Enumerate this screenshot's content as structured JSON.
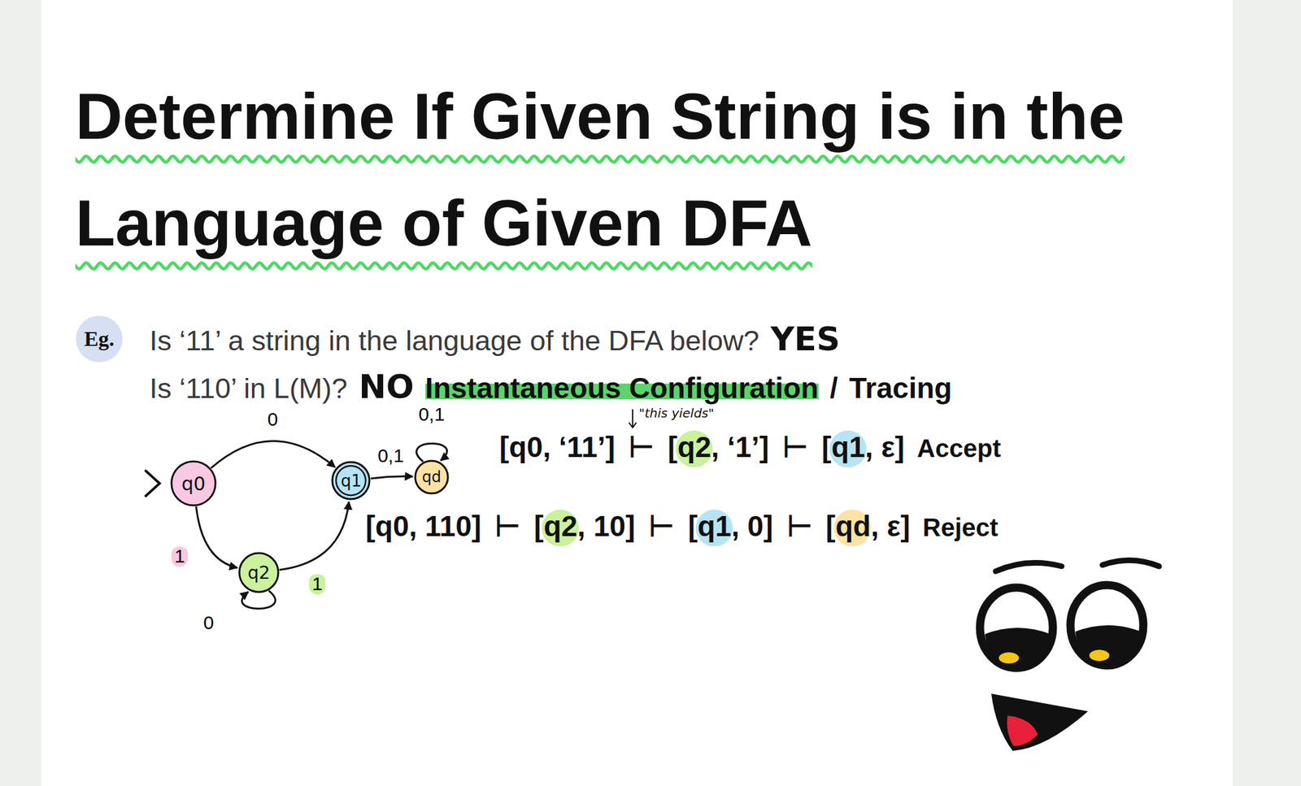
{
  "diagram": {
    "title": "Determine If Given String is in the Language of Given DFA",
    "nodes": [
      {
        "text": [
          "Eg."
        ]
      },
      {
        "text": [
          "q0"
        ]
      },
      {
        "text": [
          "q1"
        ]
      },
      {
        "text": [
          "qd"
        ]
      },
      {
        "text": [
          "q2"
        ]
      }
    ],
    "edges": [
      {
        "from": 1,
        "to": 2,
        "label": "0",
        "arrow": "to"
      },
      {
        "from": 1,
        "to": 4,
        "label": "1",
        "arrow": "to"
      },
      {
        "from": 4,
        "to": 2,
        "label": "1",
        "arrow": "to"
      },
      {
        "from": 2,
        "to": 3,
        "label": "0,1",
        "arrow": "to"
      },
      {
        "from": 3,
        "to": 3,
        "label": "0,1",
        "arrow": "to"
      },
      {
        "from": 4,
        "to": 4,
        "label": "0",
        "arrow": "to"
      }
    ],
    "labels": [
      "Is ‘11’ a string in the language of the DFA below?",
      "YES",
      "Is ‘110’ in L(M)?",
      "NO",
      "Instantaneous Configuration",
      "/",
      "Tracing",
      "\"this yields\"",
      "[q0, ‘11’]",
      "⊢",
      "[q2, ‘1’]",
      "⊢",
      "[q1, ε]",
      "Accept",
      "[q0, 110]",
      "⊢",
      "[q2, 10]",
      "⊢",
      "[q1, 0]",
      "⊢",
      "[qd, ε]",
      "Reject"
    ]
  }
}
